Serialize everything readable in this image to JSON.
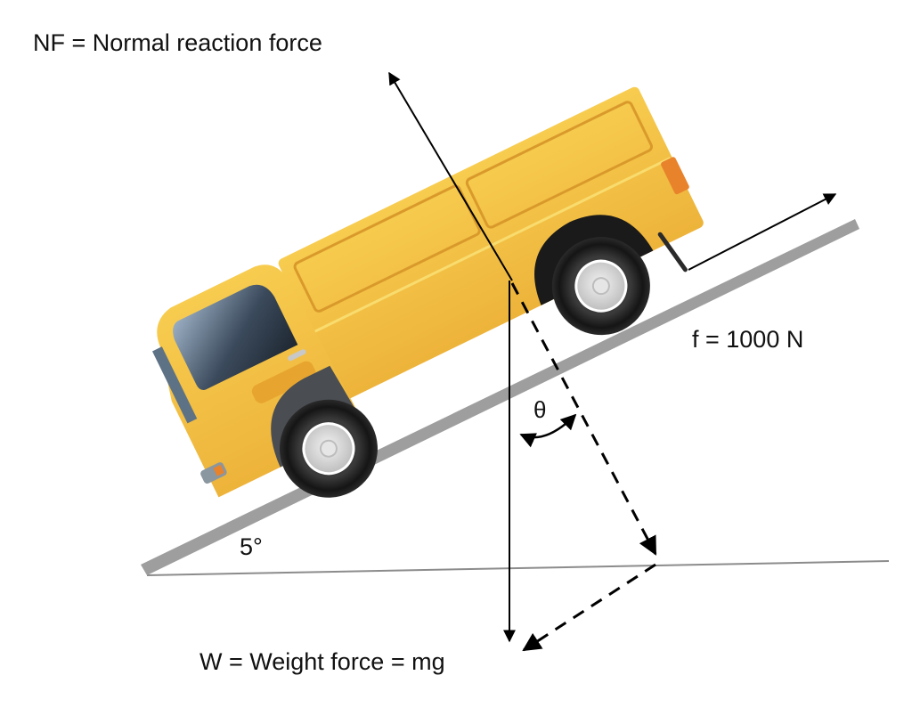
{
  "diagram": {
    "type": "free-body force diagram",
    "subject": "truck on an inclined slope",
    "colors": {
      "truck_body": "#F3C142",
      "truck_trim": "#E7A52F",
      "truck_light": "#E8832B",
      "tire": "#1E1E1E",
      "hub": "#D9D9D9",
      "window": "#2B3440",
      "slope": "#9E9E9E",
      "ground_line": "#8C8C8C",
      "arrows": "#000000"
    },
    "labels": {
      "normal_force": "NF = Normal reaction force",
      "friction_force": "f = 1000 N",
      "weight_force": "W = Weight force = mg",
      "incline_angle": "5°",
      "theta": "θ"
    },
    "vectors": [
      {
        "name": "normal_force",
        "style": "solid",
        "direction": "perpendicular to slope, upward"
      },
      {
        "name": "friction_force",
        "style": "solid",
        "direction": "parallel to slope, up the incline",
        "value": "1000 N"
      },
      {
        "name": "weight_force",
        "style": "solid",
        "direction": "vertically downward"
      },
      {
        "name": "weight_component_perpendicular",
        "style": "dashed",
        "direction": "perpendicular to slope, into slope"
      },
      {
        "name": "weight_component_parallel",
        "style": "dashed",
        "direction": "parallel to slope, down the incline"
      }
    ],
    "incline_angle_deg": 5
  }
}
